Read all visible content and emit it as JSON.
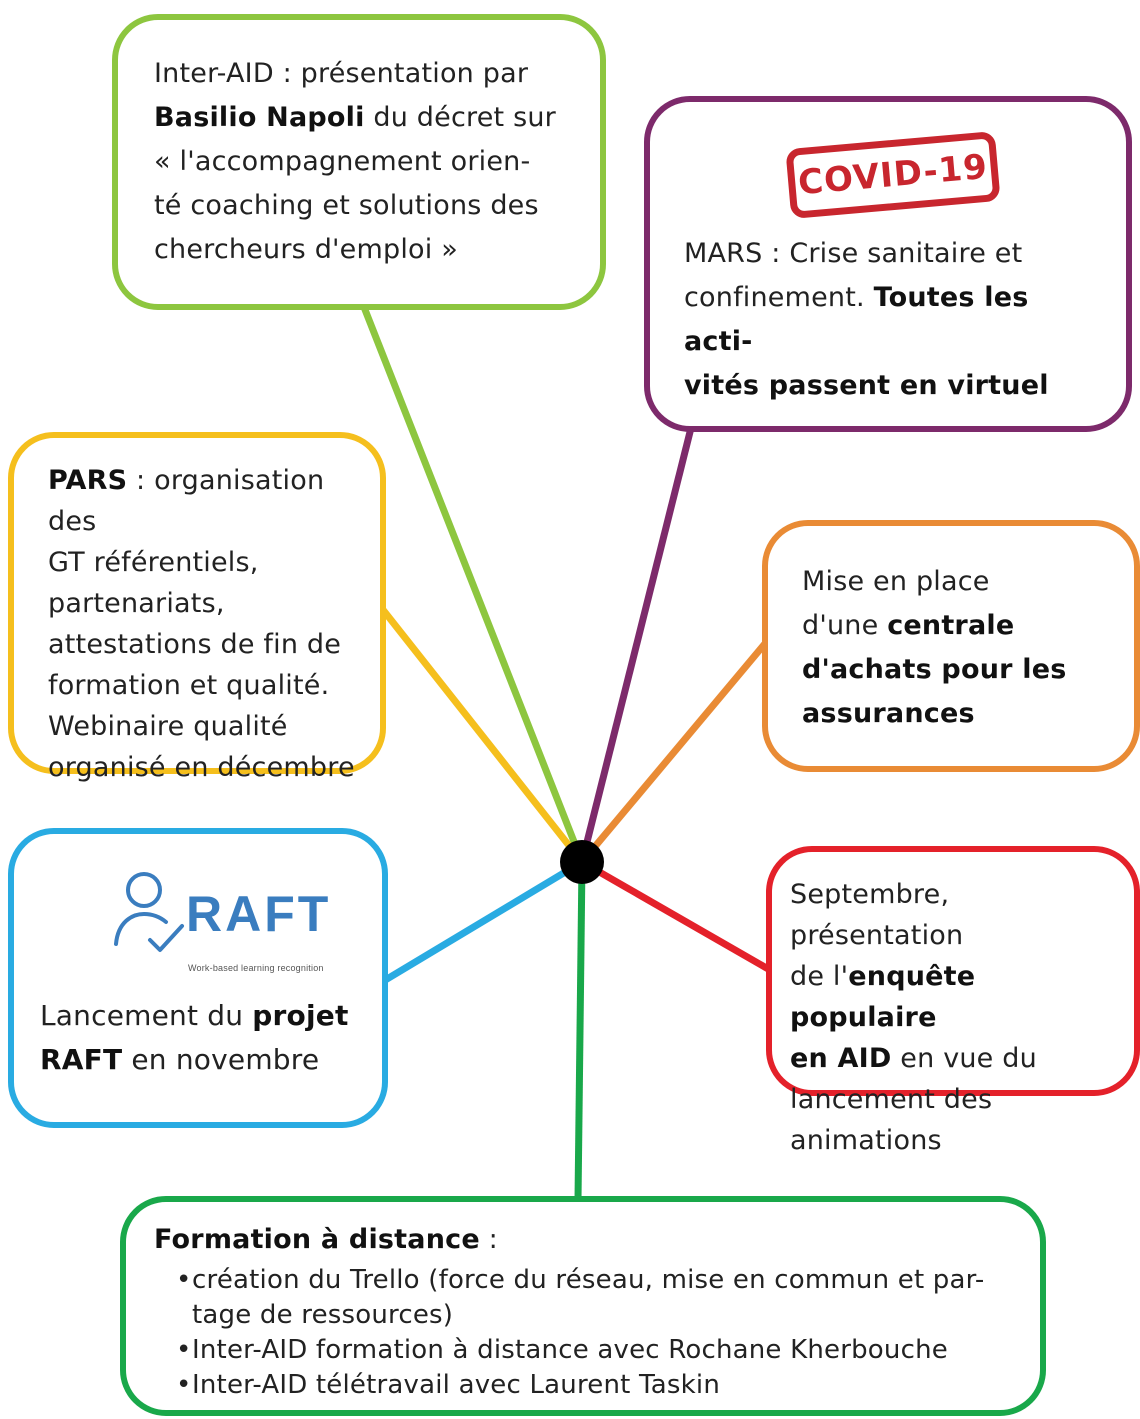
{
  "colors": {
    "green_light": "#8dc63f",
    "purple": "#7d2a6b",
    "yellow": "#f5bf1d",
    "orange": "#e98b35",
    "blue": "#29abe2",
    "red": "#e4212a",
    "green": "#19a84a",
    "hub": "#000000"
  },
  "inter_aid": {
    "line1": "Inter-AID : présentation par",
    "name": "Basilio Napoli",
    "line2_rest": " du décret sur",
    "line3": "« l'accompagnement orien-",
    "line4": "té coaching et solutions des",
    "line5": "chercheurs d'emploi »"
  },
  "covid": {
    "stamp_text": "COVID-19",
    "line1": "MARS : Crise sanitaire et",
    "line2_plain": "confinement. ",
    "line2_bold": "Toutes les acti-",
    "line3_bold": "vités passent en virtuel"
  },
  "pars": {
    "label": "PARS",
    "line1_rest": " : organisation des",
    "line2": "GT référentiels,",
    "line3": "partenariats,",
    "line4": "attestations de fin de",
    "line5": "formation et qualité.",
    "line6": "Webinaire qualité",
    "line7": "organisé en décembre"
  },
  "assurances": {
    "line1": "Mise en place",
    "line2_plain": "d'une ",
    "line2_bold": "centrale",
    "line3_bold": "d'achats pour les",
    "line4_bold": "assurances"
  },
  "raft": {
    "logo_word": "RAFT",
    "logo_tagline": "Work-based learning recognition",
    "line1_plain": "Lancement du ",
    "line1_bold": "projet",
    "line2_bold": "RAFT",
    "line2_rest": " en novembre"
  },
  "enquete": {
    "line1": "Septembre, présentation",
    "line2_plain": "de l'",
    "line2_bold": "enquête populaire",
    "line3_bold": "en AID",
    "line3_rest": " en vue du",
    "line4": "lancement des",
    "line5": "animations"
  },
  "formation": {
    "title": "Formation à distance",
    "title_rest": " :",
    "item1_line1": "création du Trello (force du réseau, mise en commun et par-",
    "item1_line2": "tage de ressources)",
    "item2": "Inter-AID formation à distance avec Rochane Kherbouche",
    "item3": "Inter-AID télétravail avec Laurent Taskin"
  }
}
